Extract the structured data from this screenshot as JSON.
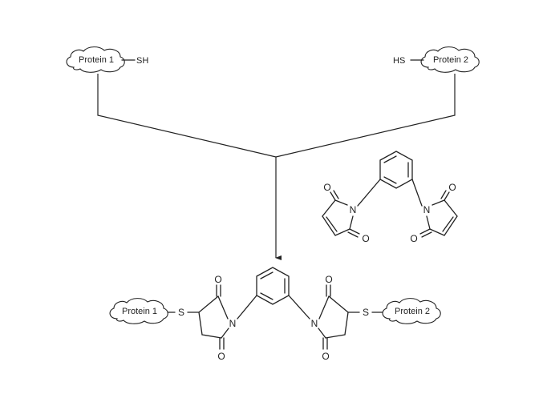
{
  "reactants": {
    "left": {
      "protein_label": "Protein 1",
      "thiol_label": "SH"
    },
    "right": {
      "protein_label": "Protein 2",
      "thiol_label": "HS"
    }
  },
  "reagent": {
    "atoms": {
      "oxygen": "O",
      "nitrogen": "N"
    }
  },
  "product": {
    "left_protein_label": "Protein 1",
    "right_protein_label": "Protein 2",
    "sulfur_label": "S",
    "oxygen_label": "O",
    "nitrogen_label": "N"
  },
  "colors": {
    "ink": "#222222",
    "background": "#ffffff"
  }
}
